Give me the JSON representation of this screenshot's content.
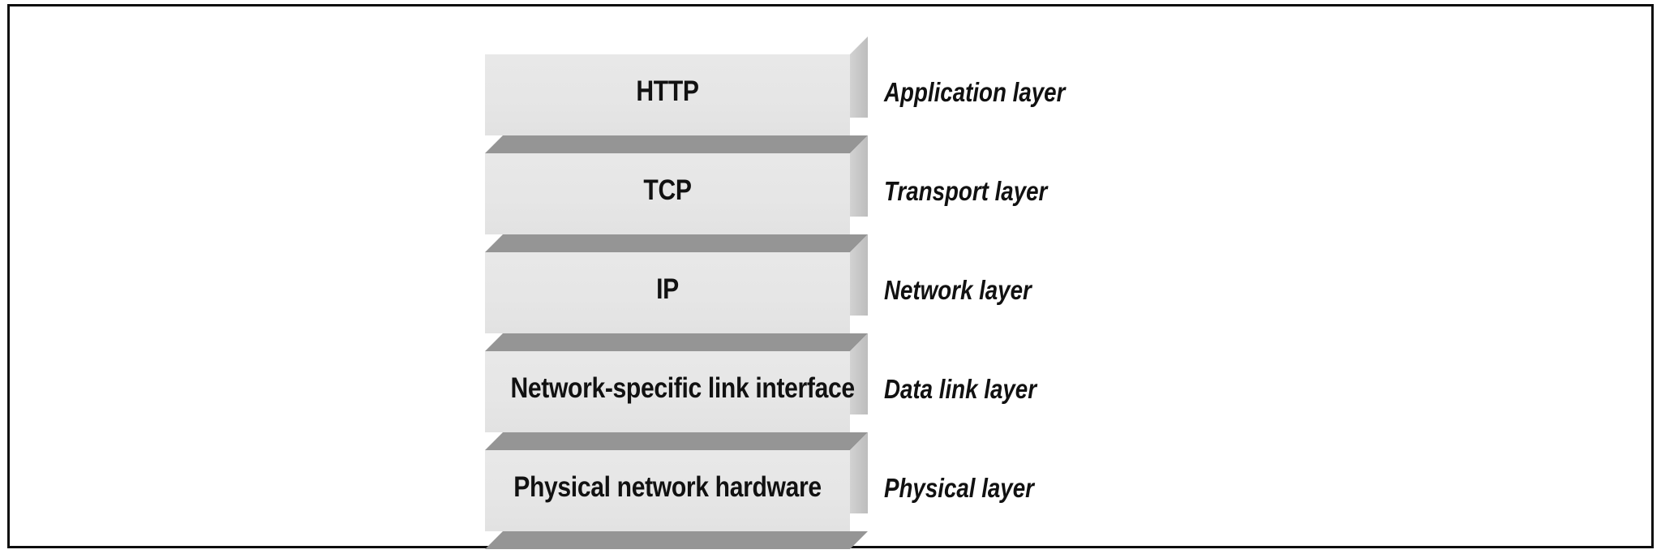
{
  "figure": {
    "kind": "layered-protocol-stack-diagram",
    "border_color": "#0d0d0d",
    "background_color": "#ffffff",
    "block_face_color": "#e6e6e6",
    "block_side_color": "#c4c4c4",
    "block_base_color": "#959595",
    "text_color": "#111111"
  },
  "stack": {
    "layers": [
      {
        "name": "HTTP",
        "side_label": "Application layer"
      },
      {
        "name": "TCP",
        "side_label": "Transport layer"
      },
      {
        "name": "IP",
        "side_label": "Network layer"
      },
      {
        "name": "Network-specific link interface",
        "side_label": "Data link layer"
      },
      {
        "name": "Physical network hardware",
        "side_label": "Physical layer"
      }
    ]
  }
}
